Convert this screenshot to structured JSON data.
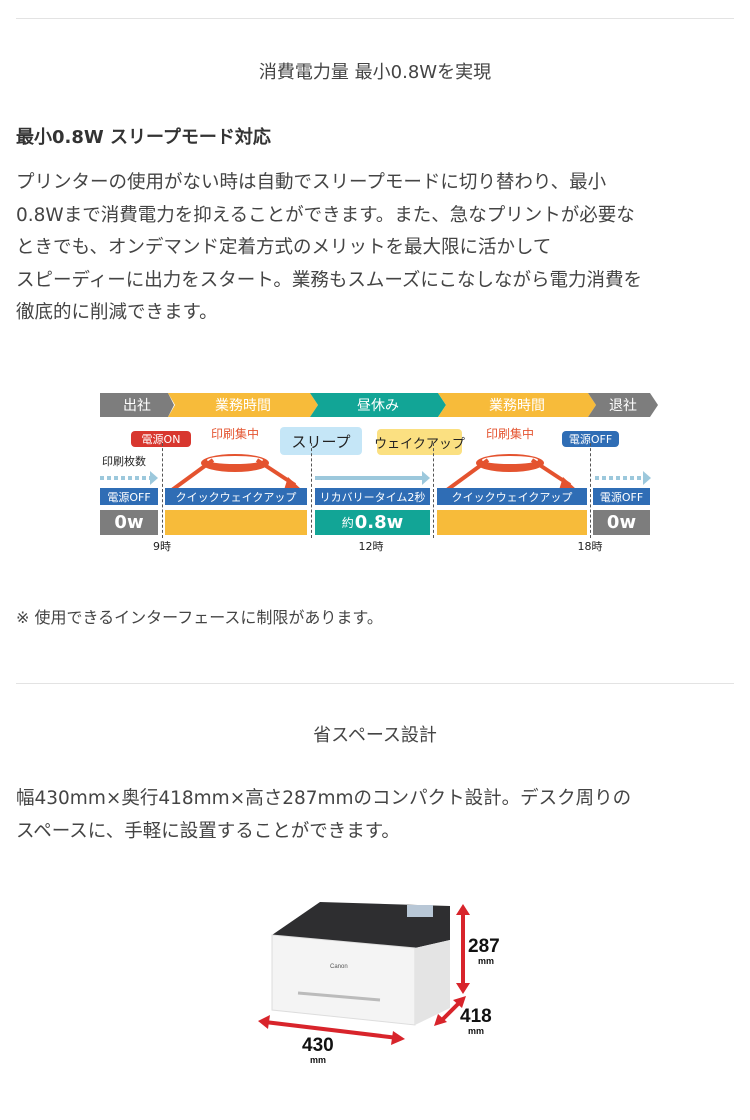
{
  "section1": {
    "title": "消費電力量 最小0.8Wを実現",
    "heading": "最小0.8W スリープモード対応",
    "paragraph_lines": [
      "プリンターの使用がない時は自動でスリープモードに切り替わり、最小",
      "0.8Wまで消費電力を抑えることができます。また、急なプリントが必要な",
      "ときでも、オンデマンド定着方式のメリットを最大限に活かして",
      "スピーディーに出力をスタート。業務もスムーズにこなしながら電力消費を",
      "徹底的に削減できます。"
    ],
    "diagram": {
      "bands": [
        "出社",
        "業務時間",
        "昼休み",
        "業務時間",
        "退社"
      ],
      "power_on": "電源ON",
      "print_focus": "印刷集中",
      "sleep": "スリープ",
      "wakeup": "ウェイクアップ",
      "power_off": "電源OFF",
      "print_count": "印刷枚数",
      "labels": [
        "電源OFF",
        "クイックウェイクアップ",
        "リカバリータイム2秒",
        "クイックウェイクアップ",
        "電源OFF"
      ],
      "zero_w": "0w",
      "approx": "約",
      "sleep_w": "0.8w",
      "times": [
        "9時",
        "12時",
        "18時"
      ],
      "colors": {
        "gray": "#7d7d7d",
        "yellow": "#f7bb3a",
        "teal": "#12a596",
        "blue": "#2f6db5",
        "red": "#d8372f",
        "orange": "#e4532f"
      }
    },
    "note": "※ 使用できるインターフェースに制限があります。"
  },
  "section2": {
    "title": "省スペース設計",
    "paragraph_lines": [
      "幅430mm×奥行418mm×高さ287mmのコンパクト設計。デスク周りの",
      "スペースに、手軽に設置することができます。"
    ],
    "printer": {
      "brand": "Canon",
      "height": "287",
      "depth": "418",
      "width": "430",
      "unit": "mm"
    }
  }
}
